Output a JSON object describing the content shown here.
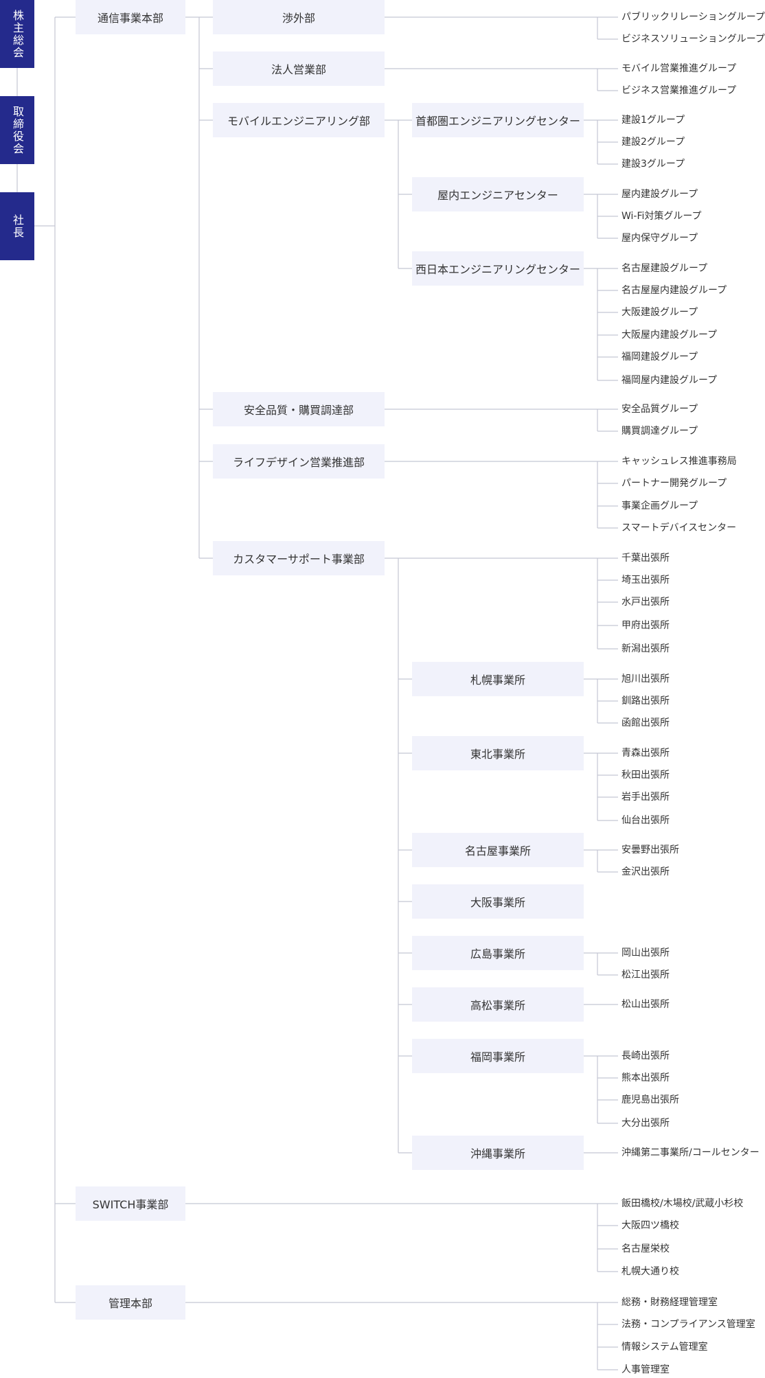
{
  "colors": {
    "top_box": "#242a8c",
    "box": "#f1f2fb",
    "line": "#c4c6d3",
    "text": "#333333"
  },
  "top": [
    {
      "id": "shareholders",
      "label": "株主総会"
    },
    {
      "id": "board",
      "label": "取締役会"
    },
    {
      "id": "president",
      "label": "社長"
    }
  ],
  "divisions": [
    {
      "label": "通信事業本部",
      "departments": [
        {
          "label": "渉外部",
          "groups": [
            "パブリックリレーショングループ",
            "ビジネスソリューショングループ"
          ]
        },
        {
          "label": "法人営業部",
          "groups": [
            "モバイル営業推進グループ",
            "ビジネス営業推進グループ"
          ]
        },
        {
          "label": "モバイルエンジニアリング部",
          "centers": [
            {
              "label": "首都圏エンジニアリングセンター",
              "groups": [
                "建設1グループ",
                "建設2グループ",
                "建設3グループ"
              ]
            },
            {
              "label": "屋内エンジニアセンター",
              "groups": [
                "屋内建設グループ",
                "Wi-Fi対策グループ",
                "屋内保守グループ"
              ]
            },
            {
              "label": "西日本エンジニアリングセンター",
              "groups": [
                "名古屋建設グループ",
                "名古屋屋内建設グループ",
                "大阪建設グループ",
                "大阪屋内建設グループ",
                "福岡建設グループ",
                "福岡屋内建設グループ"
              ]
            }
          ]
        },
        {
          "label": "安全品質・購買調達部",
          "groups": [
            "安全品質グループ",
            "購買調達グループ"
          ]
        },
        {
          "label": "ライフデザイン営業推進部",
          "groups": [
            "キャッシュレス推進事務局",
            "パートナー開発グループ",
            "事業企画グループ",
            "スマートデバイスセンター"
          ]
        },
        {
          "label": "カスタマーサポート事業部",
          "groups": [
            "千葉出張所",
            "埼玉出張所",
            "水戸出張所",
            "甲府出張所",
            "新潟出張所"
          ],
          "centers": [
            {
              "label": "札幌事業所",
              "groups": [
                "旭川出張所",
                "釧路出張所",
                "函館出張所"
              ]
            },
            {
              "label": "東北事業所",
              "groups": [
                "青森出張所",
                "秋田出張所",
                "岩手出張所",
                "仙台出張所"
              ]
            },
            {
              "label": "名古屋事業所",
              "groups": [
                "安曇野出張所",
                "金沢出張所"
              ]
            },
            {
              "label": "大阪事業所",
              "groups": []
            },
            {
              "label": "広島事業所",
              "groups": [
                "岡山出張所",
                "松江出張所"
              ]
            },
            {
              "label": "高松事業所",
              "groups": [
                "松山出張所"
              ]
            },
            {
              "label": "福岡事業所",
              "groups": [
                "長崎出張所",
                "熊本出張所",
                "鹿児島出張所",
                "大分出張所"
              ]
            },
            {
              "label": "沖縄事業所",
              "groups": [
                "沖縄第二事業所/コールセンター"
              ]
            }
          ]
        }
      ]
    },
    {
      "label": "SWITCH事業部",
      "groups": [
        "飯田橋校/木場校/武蔵小杉校",
        "大阪四ツ橋校",
        "名古屋栄校",
        "札幌大通り校"
      ]
    },
    {
      "label": "管理本部",
      "groups": [
        "総務・財務経理管理室",
        "法務・コンプライアンス管理室",
        "情報システム管理室",
        "人事管理室"
      ]
    }
  ]
}
